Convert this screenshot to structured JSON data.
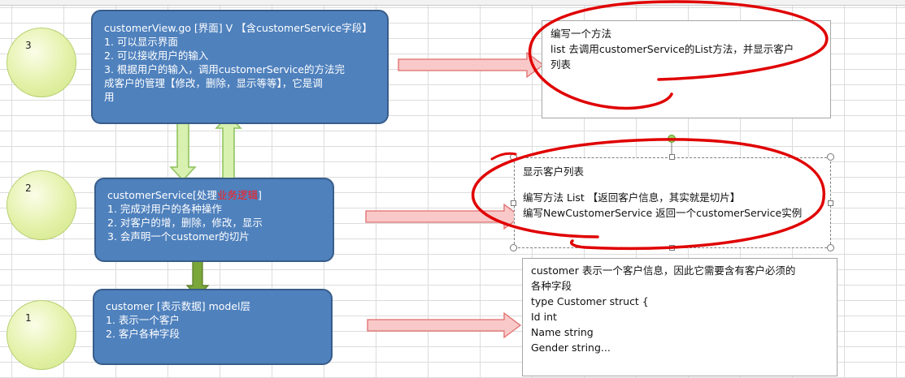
{
  "steps": {
    "three": "3",
    "two": "2",
    "one": "1"
  },
  "view_box": {
    "line1": "customerView.go [界面]  V  【含customerService字段】",
    "line2": "1. 可以显示界面",
    "line3": "2. 可以接收用户的输入",
    "line4": "3. 根据用户的输入，调用customerService的方法完",
    "line5": "成客户的管理【修改，删除，显示等等】，它是调",
    "line6": "用"
  },
  "service_box": {
    "line1_prefix": "customerService[处理",
    "line1_highlight": "业务逻辑",
    "line1_suffix": "]",
    "line2": "1. 完成对用户的各种操作",
    "line3": "2. 对客户的增，删除，修改，显示",
    "line4": "3. 会声明一个customer的切片"
  },
  "model_box": {
    "line1": "customer [表示数据] model层",
    "line2": "1. 表示一个客户",
    "line3": "2. 客户各种字段"
  },
  "note_top": {
    "line1": "编写一个方法",
    "line2": "list 去调用customerService的List方法，并显示客户",
    "line3": "列表"
  },
  "note_middle": {
    "line1": "显示客户列表",
    "line2": "编写方法  List 【返回客户信息，其实就是切片】",
    "line3": "编写NewCustomerService 返回一个customerService实例"
  },
  "note_bottom": {
    "line1": "customer 表示一个客户信息，因此它需要含有客户必须的",
    "line2": "各种字段",
    "line3": "type  Customer struct {",
    "line4": "Id int",
    "line5": "Name string",
    "line6": "Gender string..."
  },
  "colors": {
    "box_fill": "#4f81bd",
    "box_border": "#385d8a",
    "circle_fill": "#e3f1a8",
    "arrow_pink": "#f9c9c9",
    "arrow_pink_stroke": "#e06d6d",
    "arrow_green": "#d8f0b0",
    "arrow_green_stroke": "#8cc05a",
    "annotation_red": "#e00000",
    "highlight_red": "#ff1a1a"
  }
}
